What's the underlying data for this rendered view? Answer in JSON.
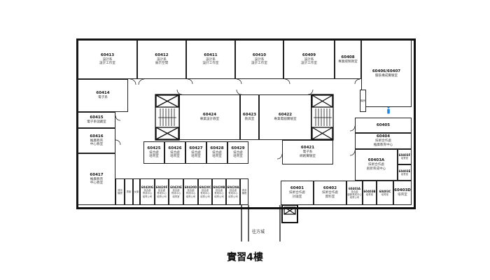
{
  "title": "實習4樓",
  "direction_label": "往方城",
  "accent_colors": {
    "walls": "#111111",
    "person_icon": "#1e88e5"
  },
  "rooms": [
    {
      "id": "60413",
      "lines": [
        "設計系",
        "設計工作室"
      ]
    },
    {
      "id": "60412",
      "lines": [
        "設計系",
        "展示空間"
      ]
    },
    {
      "id": "60411",
      "lines": [
        "設計系",
        "設計工作室"
      ]
    },
    {
      "id": "60410",
      "lines": [
        "設計系",
        "設計工作室"
      ]
    },
    {
      "id": "60409",
      "lines": [
        "設計系",
        "設計工作室"
      ]
    },
    {
      "id": "60408",
      "lines": [
        "專業縫製教室"
      ]
    },
    {
      "id": "60406/60407",
      "lines": [
        "服裝構成實驗室"
      ]
    },
    {
      "id": "60414",
      "lines": [
        "電子系"
      ]
    },
    {
      "id": "60415",
      "lines": [
        "電子系儲藏室"
      ]
    },
    {
      "id": "60416",
      "lines": [
        "推廣教育",
        "中心教室"
      ]
    },
    {
      "id": "60417",
      "lines": [
        "推廣教育",
        "中心教室"
      ]
    },
    {
      "id": "60424",
      "lines": [
        "專業設計教室"
      ]
    },
    {
      "id": "60423",
      "lines": [
        "教具室"
      ]
    },
    {
      "id": "60422",
      "lines": [
        "專業電腦實驗室"
      ]
    },
    {
      "id": "60421",
      "lines": [
        "電子系",
        "網路實驗室"
      ]
    },
    {
      "id": "60425",
      "lines": [
        "技合處",
        "培育室"
      ]
    },
    {
      "id": "60426",
      "lines": [
        "技合處",
        "培育室"
      ]
    },
    {
      "id": "60427",
      "lines": [
        "技合處",
        "培育室"
      ]
    },
    {
      "id": "60428",
      "lines": [
        "技合處",
        "培育室"
      ]
    },
    {
      "id": "60429",
      "lines": [
        "技合處",
        "培育室"
      ]
    },
    {
      "id": "60405",
      "lines": []
    },
    {
      "id": "60404",
      "lines": [
        "技術合作處",
        "推廣教育中心"
      ]
    },
    {
      "id": "60403A",
      "lines": [
        "技術合作處",
        "創新育成中心"
      ]
    },
    {
      "id": "60403F",
      "lines": [
        "培育室"
      ]
    },
    {
      "id": "60403E",
      "lines": [
        "培育室"
      ]
    },
    {
      "id": "60401",
      "lines": [
        "技術合作處",
        "討論室"
      ]
    },
    {
      "id": "60402",
      "lines": [
        "技術合作處",
        "資料室"
      ]
    },
    {
      "id": "60403A",
      "lines": [
        "技合處",
        "創新育成中心",
        "培育公司"
      ]
    },
    {
      "id": "60403B",
      "lines": [
        "培育室"
      ]
    },
    {
      "id": "60403C",
      "lines": [
        "培育室"
      ]
    },
    {
      "id": "60403D",
      "lines": [
        "培育室"
      ]
    },
    {
      "id": "60420G",
      "lines": [
        "技合處",
        "育成中心",
        "培育公司"
      ]
    },
    {
      "id": "60420F",
      "lines": [
        "技合處",
        "育成中心",
        "培育公司"
      ]
    },
    {
      "id": "60420E",
      "lines": [
        "技合處",
        "育成中心",
        "培育室"
      ]
    },
    {
      "id": "60420D",
      "lines": [
        "技合處",
        "育成中心",
        "培育公司"
      ]
    },
    {
      "id": "60420C",
      "lines": [
        "技合處",
        "育成中心",
        "培育公司"
      ]
    },
    {
      "id": "60420B",
      "lines": [
        "技合處",
        "育成中心",
        "培育公司"
      ]
    },
    {
      "id": "60420A",
      "lines": [
        "技合處",
        "育成中心",
        "培育公司"
      ]
    },
    {
      "id": "",
      "lines": [
        "清潔",
        "機房"
      ]
    },
    {
      "id": "",
      "lines": [
        "男廁"
      ]
    },
    {
      "id": "",
      "lines": [
        "女廁"
      ]
    },
    {
      "id": "",
      "lines": [
        "清潔",
        "機房"
      ]
    },
    {
      "id": "",
      "lines": [
        "機房"
      ]
    }
  ]
}
